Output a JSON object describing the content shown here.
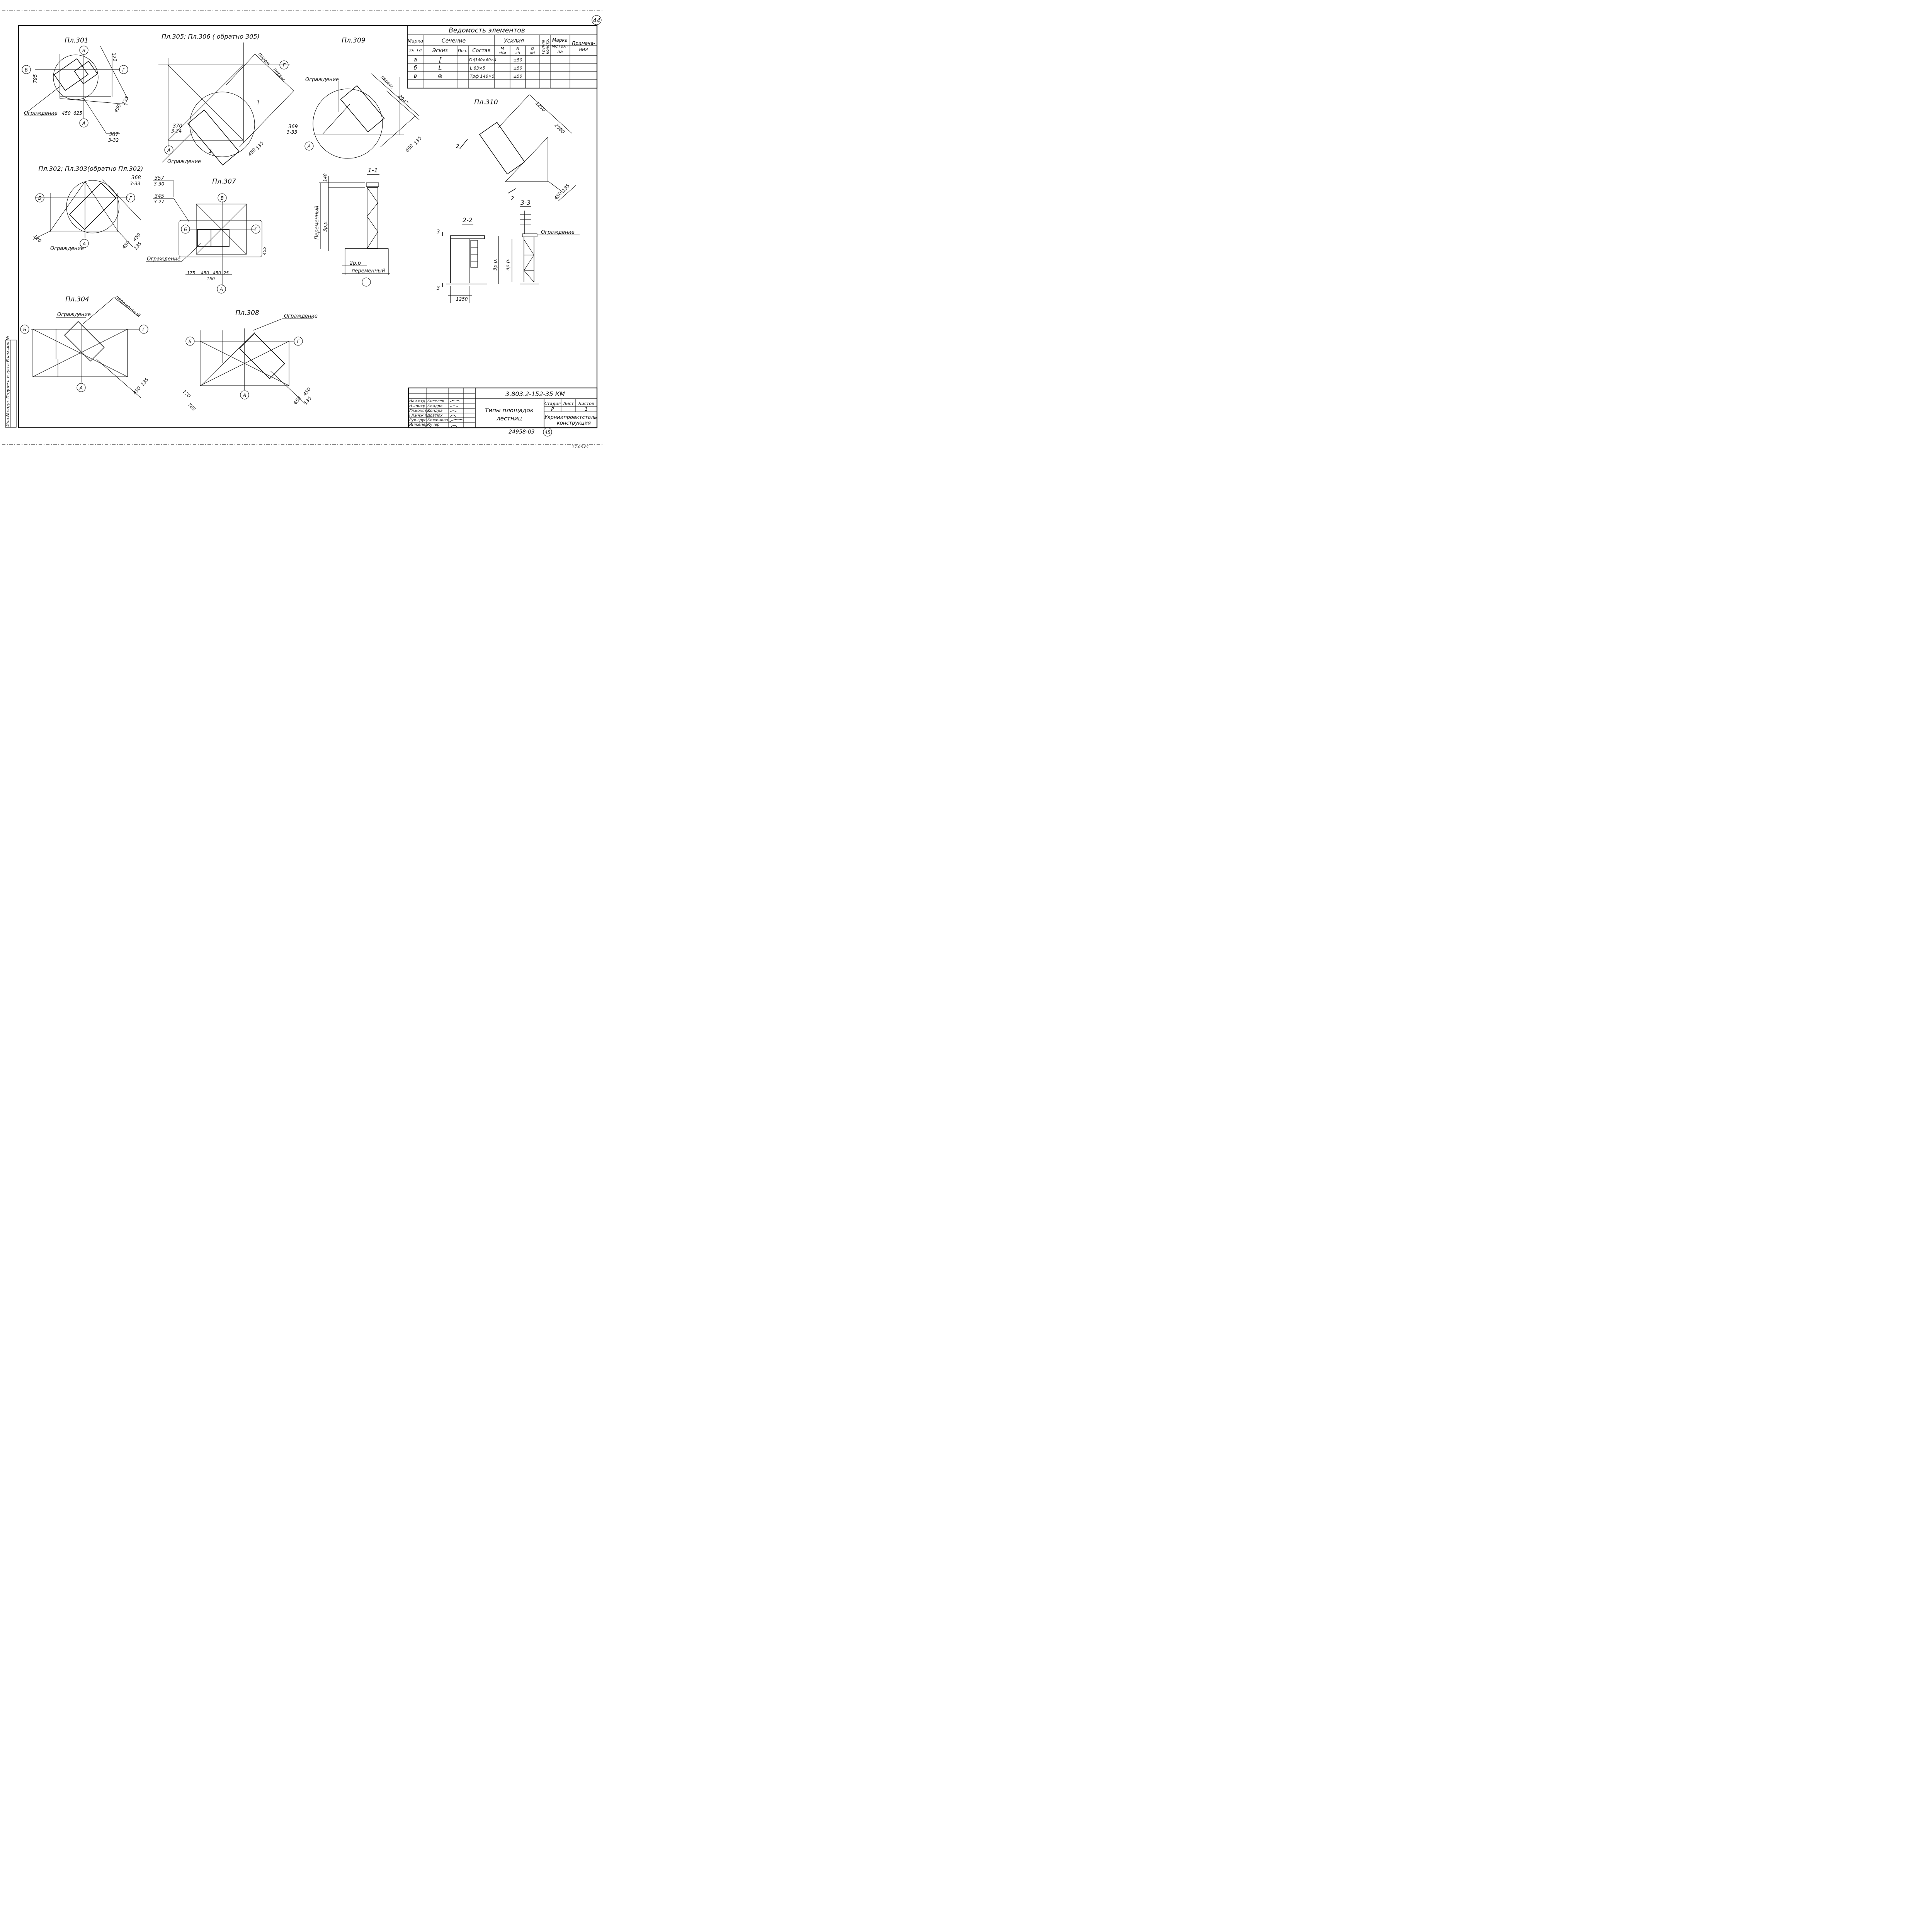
{
  "sheet": {
    "number": "44",
    "extra_number": "45"
  },
  "schedule": {
    "title": "Ведомость элементов",
    "h_mark_1": "Марка",
    "h_mark_2": "эл-та",
    "h_section": "Сечение",
    "h_sketch": "Эскиз",
    "h_pos": "Поз.",
    "h_comp": "Состав",
    "h_forces": "Усилия",
    "h_m": "М",
    "h_m_u": "кНм",
    "h_n": "N",
    "h_n_u": "кН",
    "h_q": "Q",
    "h_q_u": "кН",
    "h_group_1": "Группа",
    "h_group_2": "констр.",
    "h_steel_1": "Марка",
    "h_steel_2": "метал-",
    "h_steel_3": "ла",
    "h_note_1": "Примеча-",
    "h_note_2": "ния",
    "rows": [
      {
        "mark": "а",
        "sketch_icon": "channel-icon",
        "sketch": "[",
        "composition": "Гн[140×60×4",
        "n": "±50"
      },
      {
        "mark": "б",
        "sketch_icon": "angle-icon",
        "sketch": "L",
        "composition": "L 63×5",
        "n": "±50"
      },
      {
        "mark": "в",
        "sketch_icon": "pipe-icon",
        "sketch": "⊕",
        "composition": "Трф 146×5",
        "n": "±50"
      }
    ]
  },
  "plans": {
    "p301": {
      "title": "Пл.301",
      "d1": "795",
      "d2": "120",
      "d3": "450",
      "d4": "625",
      "d5": "450",
      "d6": "135",
      "ref_a": "367",
      "ref_b": "3-32",
      "rail": "Ограждение"
    },
    "p305": {
      "title": "Пл.305; Пл.306 ( обратно 305)",
      "d1": "перем.",
      "d2": "перем.",
      "d3": "450",
      "d4": "135",
      "ref_a": "370",
      "ref_b": "3-34",
      "rail": "Ограждение",
      "cut": "1"
    },
    "p309": {
      "title": "Пл.309",
      "d1": "перем.",
      "d2": "2042",
      "d3": "450",
      "d4": "135",
      "ref_a": "369",
      "ref_b": "3-33",
      "rail": "Ограждение"
    },
    "p310": {
      "title": "Пл.310",
      "d1": "1250",
      "d2": "2560",
      "d3": "450",
      "d4": "135",
      "cut": "2"
    },
    "p302": {
      "title": "Пл.302; Пл.303(обратно Пл.302)",
      "ref_a": "368",
      "ref_b": "3-33",
      "d1": "120",
      "d2": "450",
      "d3": "450",
      "d4": "135",
      "rail": "Ограждение"
    },
    "p307": {
      "title": "Пл.307",
      "ref1_a": "357",
      "ref1_b": "3-30",
      "ref2_a": "345",
      "ref2_b": "3-27",
      "d_left": "175",
      "d_a": "450",
      "d_b": "450",
      "d_c": "25",
      "d_d": "150",
      "d_right": "455",
      "rail": "Ограждение"
    },
    "p304": {
      "title": "Пл.304",
      "d1": "переменный",
      "d2": "450",
      "d3": "135",
      "rail": "Ограждение"
    },
    "p308": {
      "title": "Пл.308",
      "d1": "120",
      "d2": "763",
      "d3": "450",
      "d4": "450",
      "d5": "135",
      "rail": "Ограждение"
    }
  },
  "sections": {
    "s11": {
      "title": "1-1",
      "h1": "140",
      "h2": "Переменный",
      "h3": "3р.р.",
      "w1": "2р.р",
      "w2": "переменный"
    },
    "s22": {
      "title": "2-2",
      "cut": "3",
      "w": "1250",
      "h": "3р.р."
    },
    "s33": {
      "title": "3-3",
      "h": "3р.р.",
      "rail": "Ограждение"
    }
  },
  "axes": {
    "a": "А",
    "b": "Б",
    "v": "В",
    "g": "Г"
  },
  "stamp": {
    "code": "3.803.2-152-35 КМ",
    "roles": [
      "Нач.отд.",
      "Н.контр.",
      "Гл.констр.",
      "Гл.инж.пр.",
      "Рук.груп.",
      "Инженер"
    ],
    "names": [
      "Киселев",
      "Кондра",
      "Кондра",
      "Ковтюх",
      "Кожинова",
      "Кучер"
    ],
    "title_1": "Типы площадок",
    "title_2": "лестниц",
    "stage_h": "Стадия",
    "sheet_h": "Лист",
    "sheets_h": "Листов",
    "stage": "Р",
    "sheets": "1",
    "org_1": "Укрниипроектсталь",
    "org_2": "конструкция",
    "inventory": "24958-03"
  },
  "side_stamp": "Инв.№подл. Подпись и дата Взам.инв.№",
  "corner_note": "17.06.81"
}
